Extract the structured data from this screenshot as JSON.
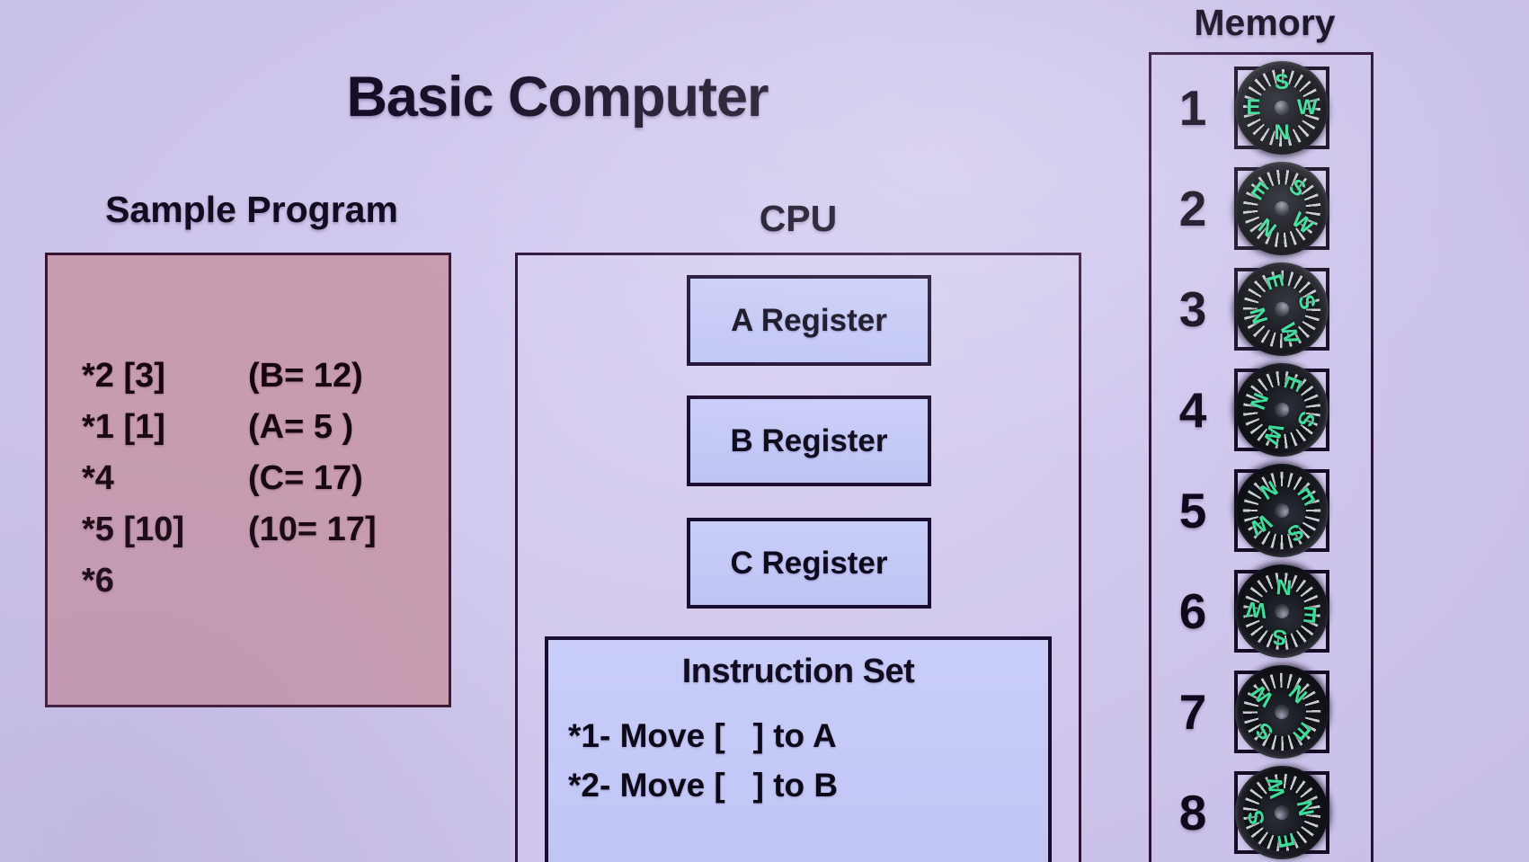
{
  "slide": {
    "title": "Basic Computer",
    "background_color": "#cdc4ea"
  },
  "sample_program": {
    "heading": "Sample Program",
    "box_color": "#c89cb0",
    "lines": [
      {
        "op": "*2 [3]",
        "comment": "(B= 12)"
      },
      {
        "op": "*1 [1]",
        "comment": "(A= 5 )"
      },
      {
        "op": "*4",
        "comment": "(C= 17)"
      },
      {
        "op": "*5 [10]",
        "comment": "(10= 17]"
      },
      {
        "op": "*6",
        "comment": ""
      }
    ]
  },
  "cpu": {
    "heading": "CPU",
    "registers": [
      {
        "label": "A Register"
      },
      {
        "label": "B Register"
      },
      {
        "label": "C Register"
      }
    ],
    "register_color": "#c3c8f5",
    "instruction_set": {
      "title": "Instruction Set",
      "lines": [
        "*1- Move [   ] to A",
        "*2- Move [   ] to B"
      ]
    }
  },
  "memory": {
    "heading": "Memory",
    "cells": [
      {
        "address": "1",
        "content": "compass-icon"
      },
      {
        "address": "2",
        "content": "compass-icon"
      },
      {
        "address": "3",
        "content": "compass-icon"
      },
      {
        "address": "4",
        "content": "compass-icon"
      },
      {
        "address": "5",
        "content": "compass-icon"
      },
      {
        "address": "6",
        "content": "compass-icon"
      },
      {
        "address": "7",
        "content": "compass-icon"
      },
      {
        "address": "8",
        "content": "compass-icon"
      }
    ],
    "compass_letters": {
      "n": "N",
      "s": "S",
      "e": "E",
      "w": "W"
    },
    "compass_letter_color": "#3ddc9a"
  }
}
